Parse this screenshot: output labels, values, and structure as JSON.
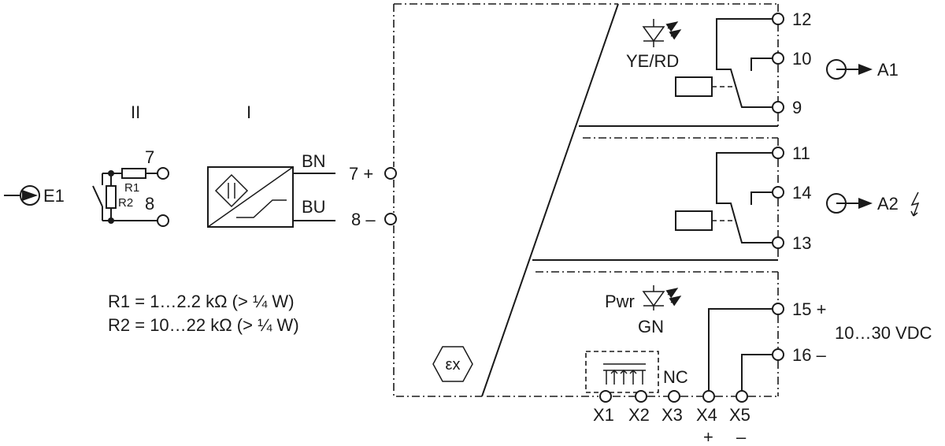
{
  "input": {
    "signal_label": "E1",
    "level_ii": "II",
    "level_i": "I",
    "terminal_7": "7",
    "terminal_8": "8",
    "r1_label": "R1",
    "r2_label": "R2",
    "wire_bn": "BN",
    "wire_bu": "BU",
    "term_7_plus": "7 +",
    "term_8_minus": "8 –"
  },
  "resistor_notes": [
    "R1 = 1…2.2 kΩ  (> ¼ W)",
    "R2 = 10…22 kΩ  (> ¼ W)"
  ],
  "relay1": {
    "led_label": "YE/RD",
    "terminals": [
      "12",
      "10",
      "9"
    ],
    "output_label": "A1"
  },
  "relay2": {
    "terminals": [
      "11",
      "14",
      "13"
    ],
    "output_label": "A2"
  },
  "power": {
    "led_label_1": "Pwr",
    "led_label_2": "GN",
    "term_15": "15 +",
    "term_16": "16 –",
    "voltage": "10…30 VDC",
    "nc_label": "NC",
    "bottom_terminals": [
      "X1",
      "X2",
      "X3",
      "X4",
      "X5"
    ],
    "x4_sign": "+",
    "x5_sign": "–"
  },
  "ex_symbol": "εx"
}
